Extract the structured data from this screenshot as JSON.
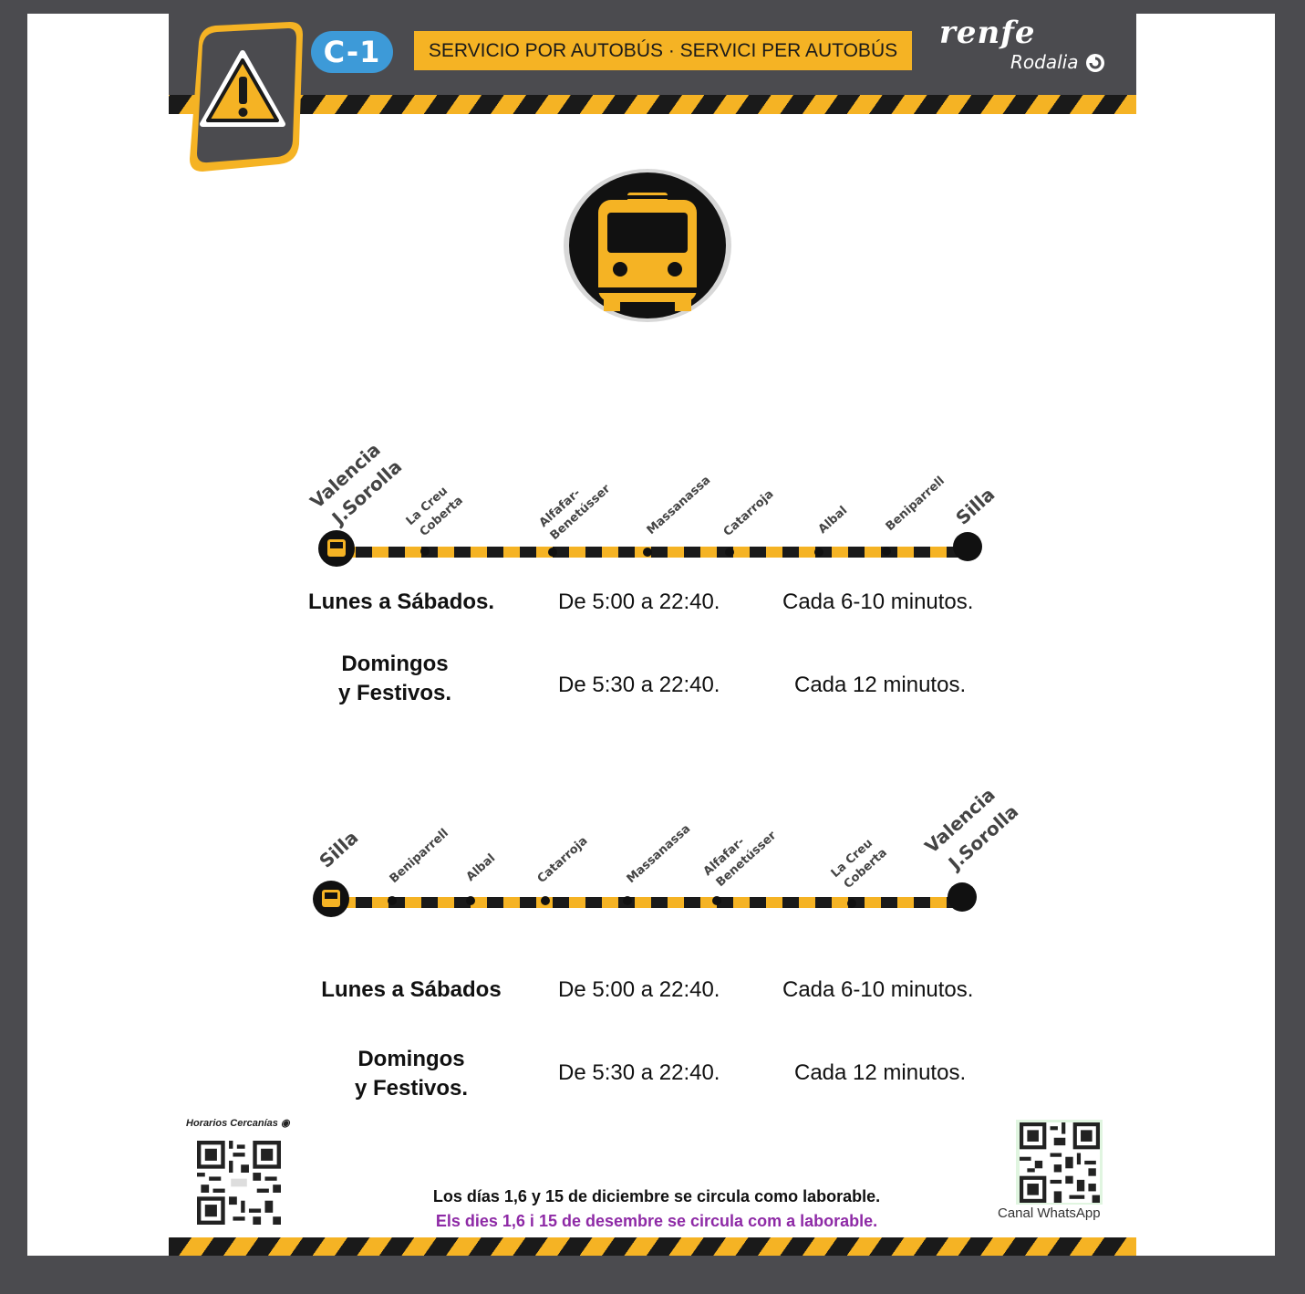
{
  "header": {
    "line": "C-1",
    "service_banner": "SERVICIO POR AUTOBÚS · SERVICI PER AUTOBÚS",
    "brand": "renfe",
    "sub_brand": "Rodalia"
  },
  "routes": [
    {
      "stops": [
        "Valencia J.Sorolla",
        "La Creu Coberta",
        "Alfafar-Benetússer",
        "Massanassa",
        "Catarroja",
        "Albal",
        "Beniparrell",
        "Silla"
      ],
      "schedule": [
        {
          "day": "Lunes a Sábados.",
          "hours": "De 5:00 a 22:40.",
          "frequency": "Cada 6-10 minutos."
        },
        {
          "day_line1": "Domingos",
          "day_line2": "y Festivos.",
          "hours": "De 5:30 a 22:40.",
          "frequency": "Cada 12 minutos."
        }
      ]
    },
    {
      "stops": [
        "Silla",
        "Beniparrell",
        "Albal",
        "Catarroja",
        "Massanassa",
        "Alfafar-Benetússer",
        "La Creu Coberta",
        "Valencia J.Sorolla"
      ],
      "schedule": [
        {
          "day": "Lunes a Sábados",
          "hours": "De 5:00 a 22:40.",
          "frequency": "Cada 6-10 minutos."
        },
        {
          "day_line1": "Domingos",
          "day_line2": "y Festivos.",
          "hours": "De 5:30 a 22:40.",
          "frequency": "Cada 12 minutos."
        }
      ]
    }
  ],
  "footer": {
    "qr_left_label": "Horarios Cercanías",
    "qr_right_label": "Canal WhatsApp",
    "note_es": "Los días 1,6 y 15 de diciembre se circula como laborable.",
    "note_va": "Els dies 1,6 i 15 de desembre se circula com a laborable."
  },
  "colors": {
    "accent_yellow": "#f5b324",
    "frame_gray": "#4b4b4f",
    "line_badge_blue": "#3d9ad8",
    "note_purple": "#8e2aa6"
  },
  "icons": [
    "warning-icon",
    "bus-icon",
    "qr-code-icon",
    "rodalia-icon"
  ]
}
